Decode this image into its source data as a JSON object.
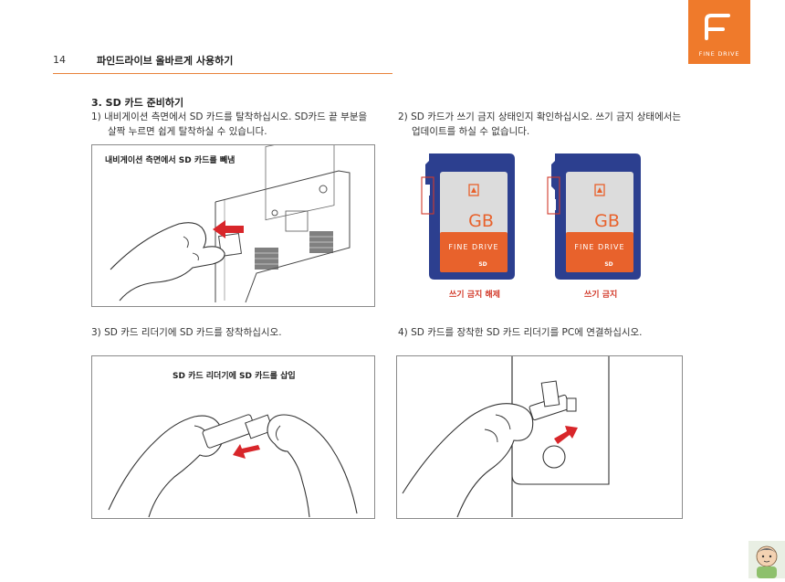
{
  "header": {
    "page_number": "14",
    "title": "파인드라이브 올바르게 사용하기",
    "brand": "FINE DRIVE"
  },
  "section": {
    "title": "3. SD 카드 준비하기"
  },
  "steps": {
    "step1_line1": "1) 내비게이션 측면에서 SD 카드를 탈착하십시오. SD카드 끝 부분을",
    "step1_line2": "살짝 누르면 쉽게 탈착하실 수 있습니다.",
    "step2_line1": "2) SD 카드가 쓰기 금지 상태인지 확인하십시오. 쓰기 금지 상태에서는",
    "step2_line2": "업데이트를 하실 수 없습니다.",
    "step3": "3) SD 카드 리더기에 SD 카드를 장착하십시오.",
    "step4": "4) SD 카드를 장착한 SD 카드 리더기를 PC에 연결하십시오."
  },
  "figures": {
    "fig1_caption": "내비게이션 측면에서 SD 카드를 빼냄",
    "fig3_caption": "SD 카드 리더기에 SD 카드를 삽입",
    "card_label": "GB",
    "card_brand": "FINE DRIVE",
    "card_sd": "SD",
    "unlock_caption": "쓰기 금지 해제",
    "lock_caption": "쓰기 금지"
  },
  "colors": {
    "accent": "#ef7a2b",
    "card_blue": "#2c3f8f",
    "card_orange": "#e8622c",
    "arrow_red": "#d8262a"
  }
}
